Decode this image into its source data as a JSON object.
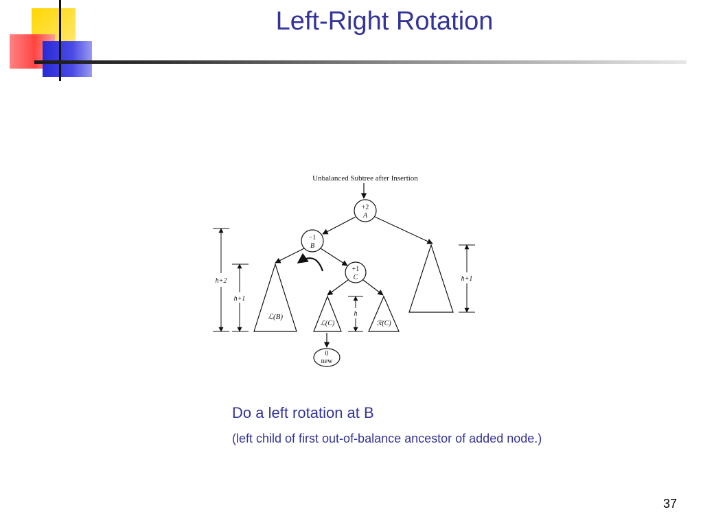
{
  "slide": {
    "title": "Left-Right Rotation",
    "caption": "Do a left rotation at B",
    "subcaption": "(left child of first out-of-balance ancestor of added node.)",
    "page_number": "37"
  },
  "diagram": {
    "heading": "Unbalanced Subtree after Insertion",
    "nodes": {
      "A": {
        "balance": "+2",
        "label": "A"
      },
      "B": {
        "balance": "−1",
        "label": "B"
      },
      "C": {
        "balance": "+1",
        "label": "C"
      },
      "new": {
        "balance": "0",
        "label": "new"
      }
    },
    "subtrees": {
      "LB": "ℒ(B)",
      "LC": "ℒ(C)",
      "RC": "ℛ(C)"
    },
    "heights": {
      "left_outer": "h+2",
      "left_inner": "h+1",
      "middle": "h",
      "right": "h+1"
    }
  },
  "colors": {
    "title": "#333399",
    "deco_yellow": "#ffd700",
    "deco_red": "#ff3c3c",
    "deco_blue": "#2a2ad6"
  }
}
